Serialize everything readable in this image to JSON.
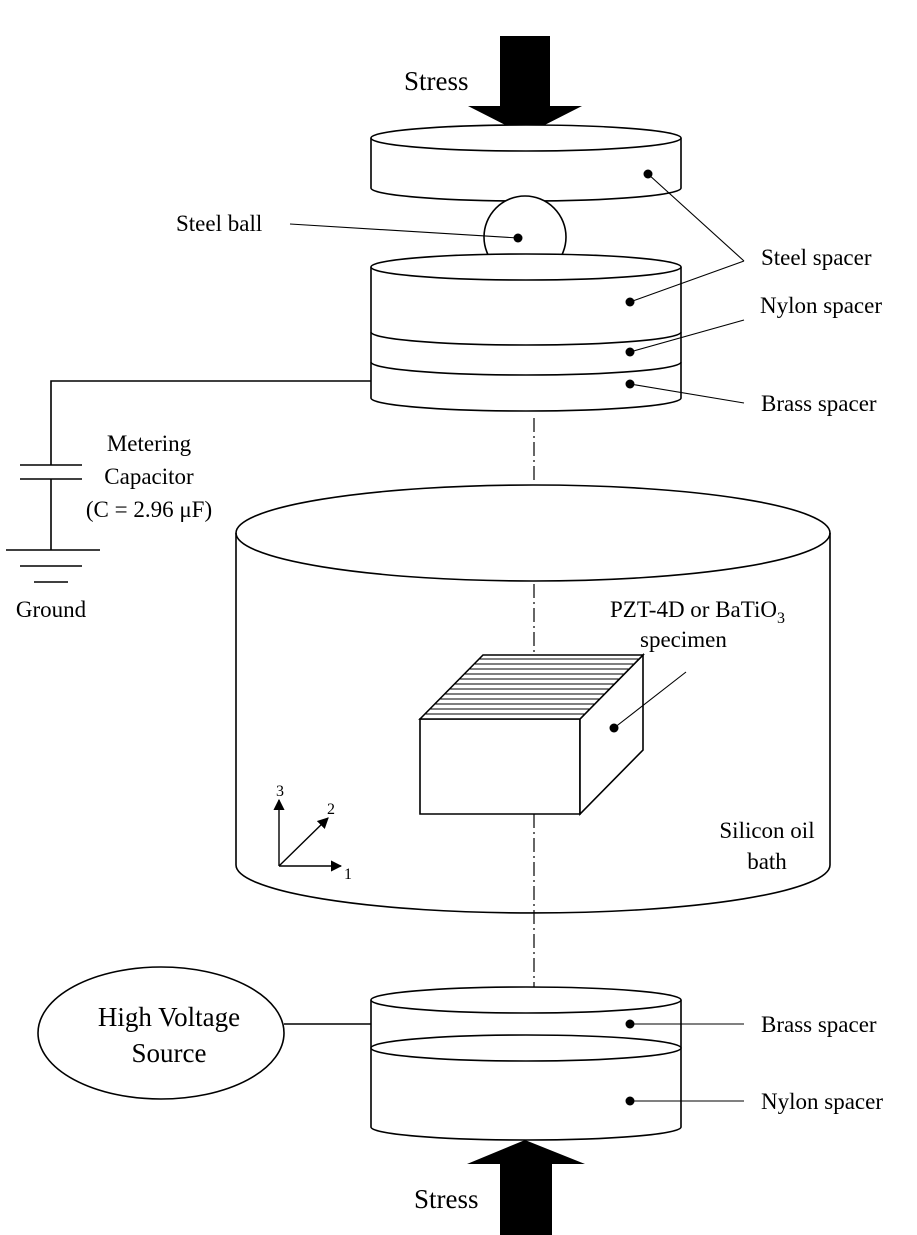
{
  "labels": {
    "stress_top": "Stress",
    "stress_bottom": "Stress",
    "steel_ball": "Steel ball",
    "steel_spacer": "Steel spacer",
    "nylon_spacer_top": "Nylon spacer",
    "brass_spacer_top": "Brass spacer",
    "metering_capacitor_line1": "Metering",
    "metering_capacitor_line2": "Capacitor",
    "metering_capacitor_line3": "(C = 2.96 μF)",
    "ground": "Ground",
    "specimen_line1_prefix": "PZT-4D or BaTiO",
    "specimen_line1_subscript": "3",
    "specimen_line2": "specimen",
    "oil_bath_line1": "Silicon oil",
    "oil_bath_line2": "bath",
    "high_voltage_line1": "High Voltage",
    "high_voltage_line2": "Source",
    "brass_spacer_bottom": "Brass spacer",
    "nylon_spacer_bottom": "Nylon spacer",
    "axis_1": "1",
    "axis_2": "2",
    "axis_3": "3"
  },
  "colors": {
    "ink": "#000000",
    "background": "#ffffff"
  }
}
